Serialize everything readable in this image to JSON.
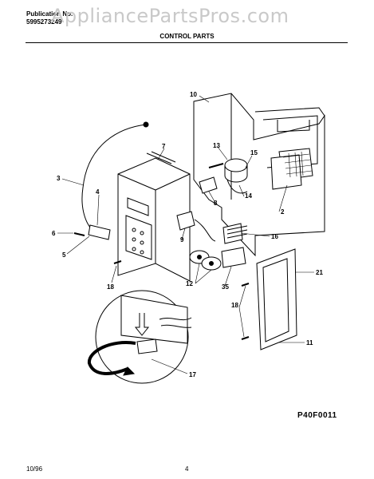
{
  "header": {
    "publication_label": "Publication No.",
    "publication_number": "5995273249",
    "watermark": "AppliancePartsPros.com",
    "section_title": "CONTROL PARTS"
  },
  "callouts": [
    "10",
    "7",
    "13",
    "15",
    "3",
    "4",
    "8",
    "14",
    "2",
    "6",
    "5",
    "9",
    "16",
    "12",
    "35",
    "21",
    "18",
    "18",
    "11",
    "17"
  ],
  "diagram_code": "P40F0011",
  "footer": {
    "date": "10/96",
    "page": "4"
  }
}
